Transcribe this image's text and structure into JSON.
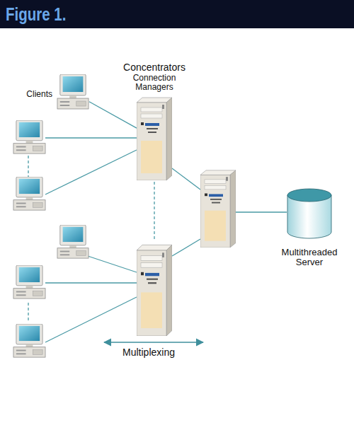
{
  "diagram": {
    "title": "Figure 1.",
    "nodes": [
      {
        "text": [
          "Concentrators",
          "Connection Managers"
        ]
      },
      {
        "text": [
          "Clients"
        ]
      },
      {
        "text": [
          "Multithreaded Server"
        ]
      }
    ],
    "edges": [
      {
        "from": 1,
        "to": 0,
        "arrow": "none"
      }
    ],
    "labels": [
      "Multiplexing"
    ]
  }
}
